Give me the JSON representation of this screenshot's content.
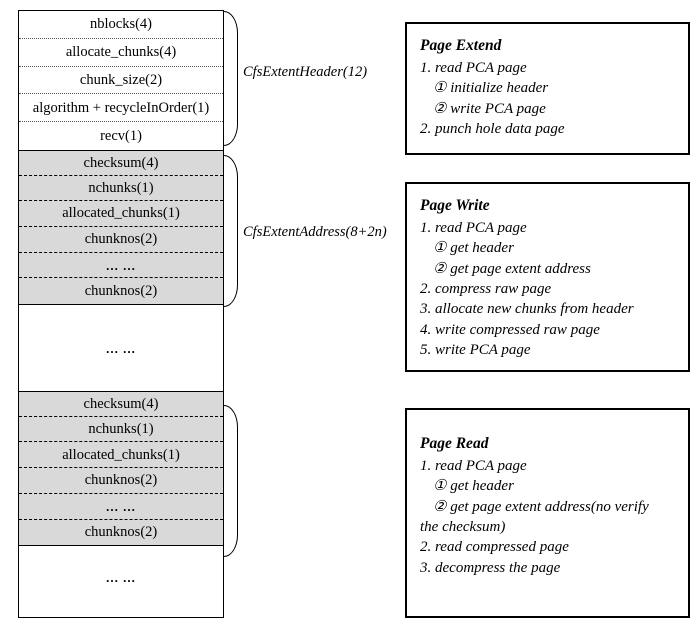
{
  "layout_table": {
    "header_group": {
      "label": "CfsExtentHeader(12)",
      "rows": [
        "nblocks(4)",
        "allocate_chunks(4)",
        "chunk_size(2)",
        "algorithm + recycleInOrder(1)",
        "recv(1)"
      ]
    },
    "extent_address_group_1": {
      "label": "CfsExtentAddress(8+2n)",
      "rows": [
        "checksum(4)",
        "nchunks(1)",
        "allocated_chunks(1)",
        "chunknos(2)",
        "... ...",
        "chunknos(2)"
      ]
    },
    "filler_1": "... ...",
    "extent_address_group_2": {
      "label": "",
      "rows": [
        "checksum(4)",
        "nchunks(1)",
        "allocated_chunks(1)",
        "chunknos(2)",
        "... ...",
        "chunknos(2)"
      ]
    },
    "filler_2": "... ..."
  },
  "info_boxes": [
    {
      "title": "Page Extend",
      "lines": [
        {
          "text": "1. read PCA page",
          "indent": false
        },
        {
          "text": "① initialize header",
          "indent": true
        },
        {
          "text": "② write PCA page",
          "indent": true
        },
        {
          "text": "2. punch hole data page",
          "indent": false
        }
      ]
    },
    {
      "title": "Page Write",
      "lines": [
        {
          "text": "1. read PCA page",
          "indent": false
        },
        {
          "text": "① get header",
          "indent": true
        },
        {
          "text": "② get page extent address",
          "indent": true
        },
        {
          "text": "2. compress raw page",
          "indent": false
        },
        {
          "text": "3. allocate new chunks from header",
          "indent": false
        },
        {
          "text": "4. write compressed raw page",
          "indent": false
        },
        {
          "text": "5. write PCA page",
          "indent": false
        }
      ]
    },
    {
      "title": "Page Read",
      "lines": [
        {
          "text": "1. read PCA page",
          "indent": false
        },
        {
          "text": "① get header",
          "indent": true
        },
        {
          "text": "② get page extent address(no verify",
          "indent": true
        },
        {
          "text": "the checksum)",
          "indent": false
        },
        {
          "text": "2. read compressed page",
          "indent": false
        },
        {
          "text": "3. decompress the page",
          "indent": false
        }
      ]
    }
  ],
  "colors": {
    "extent_fill": "#d9d9d9",
    "line": "#000000",
    "background": "#ffffff"
  }
}
